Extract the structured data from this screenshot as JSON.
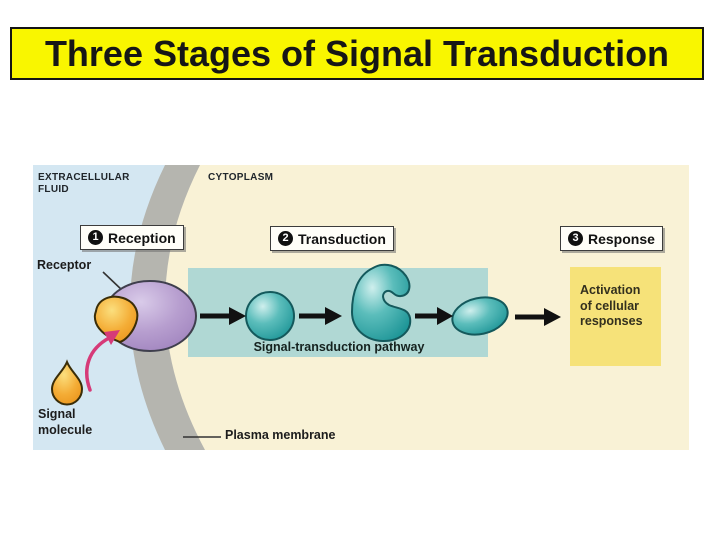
{
  "title": "Three Stages of Signal Transduction",
  "labels": {
    "extracellular": "EXTRACELLULAR\nFLUID",
    "cytoplasm": "CYTOPLASM",
    "receptor": "Receptor",
    "signal_molecule": "Signal\nmolecule",
    "pathway": "Signal-transduction pathway",
    "activation": "Activation\nof cellular\nresponses",
    "plasma_membrane": "Plasma membrane"
  },
  "stages": [
    {
      "number": "1",
      "label": "Reception"
    },
    {
      "number": "2",
      "label": "Transduction"
    },
    {
      "number": "3",
      "label": "Response"
    }
  ],
  "colors": {
    "title_bg": "#F9F600",
    "extracellular_fluid": "#D4E7F2",
    "cytoplasm": "#F9F2D6",
    "membrane": "#B5B5AF",
    "pathway_band": "#B0D8D4",
    "teal_light": "#CFEFED",
    "teal_mid": "#5BBDBB",
    "teal_dark": "#1C9496",
    "teal_outline": "#14595C",
    "purple_light": "#D9CBE9",
    "purple_mid": "#B79ECF",
    "purple_dark": "#9C7FBB",
    "purple_outline": "#3F3F4D",
    "orange_light": "#FBDF7E",
    "orange_mid": "#F4AC35",
    "orange_dark": "#E89018",
    "orange_outline": "#3A2D08",
    "arrow_black": "#111111",
    "arrow_pink": "#D63A78",
    "pointer_line": "#333333",
    "activation_bg": "#F6E279"
  }
}
